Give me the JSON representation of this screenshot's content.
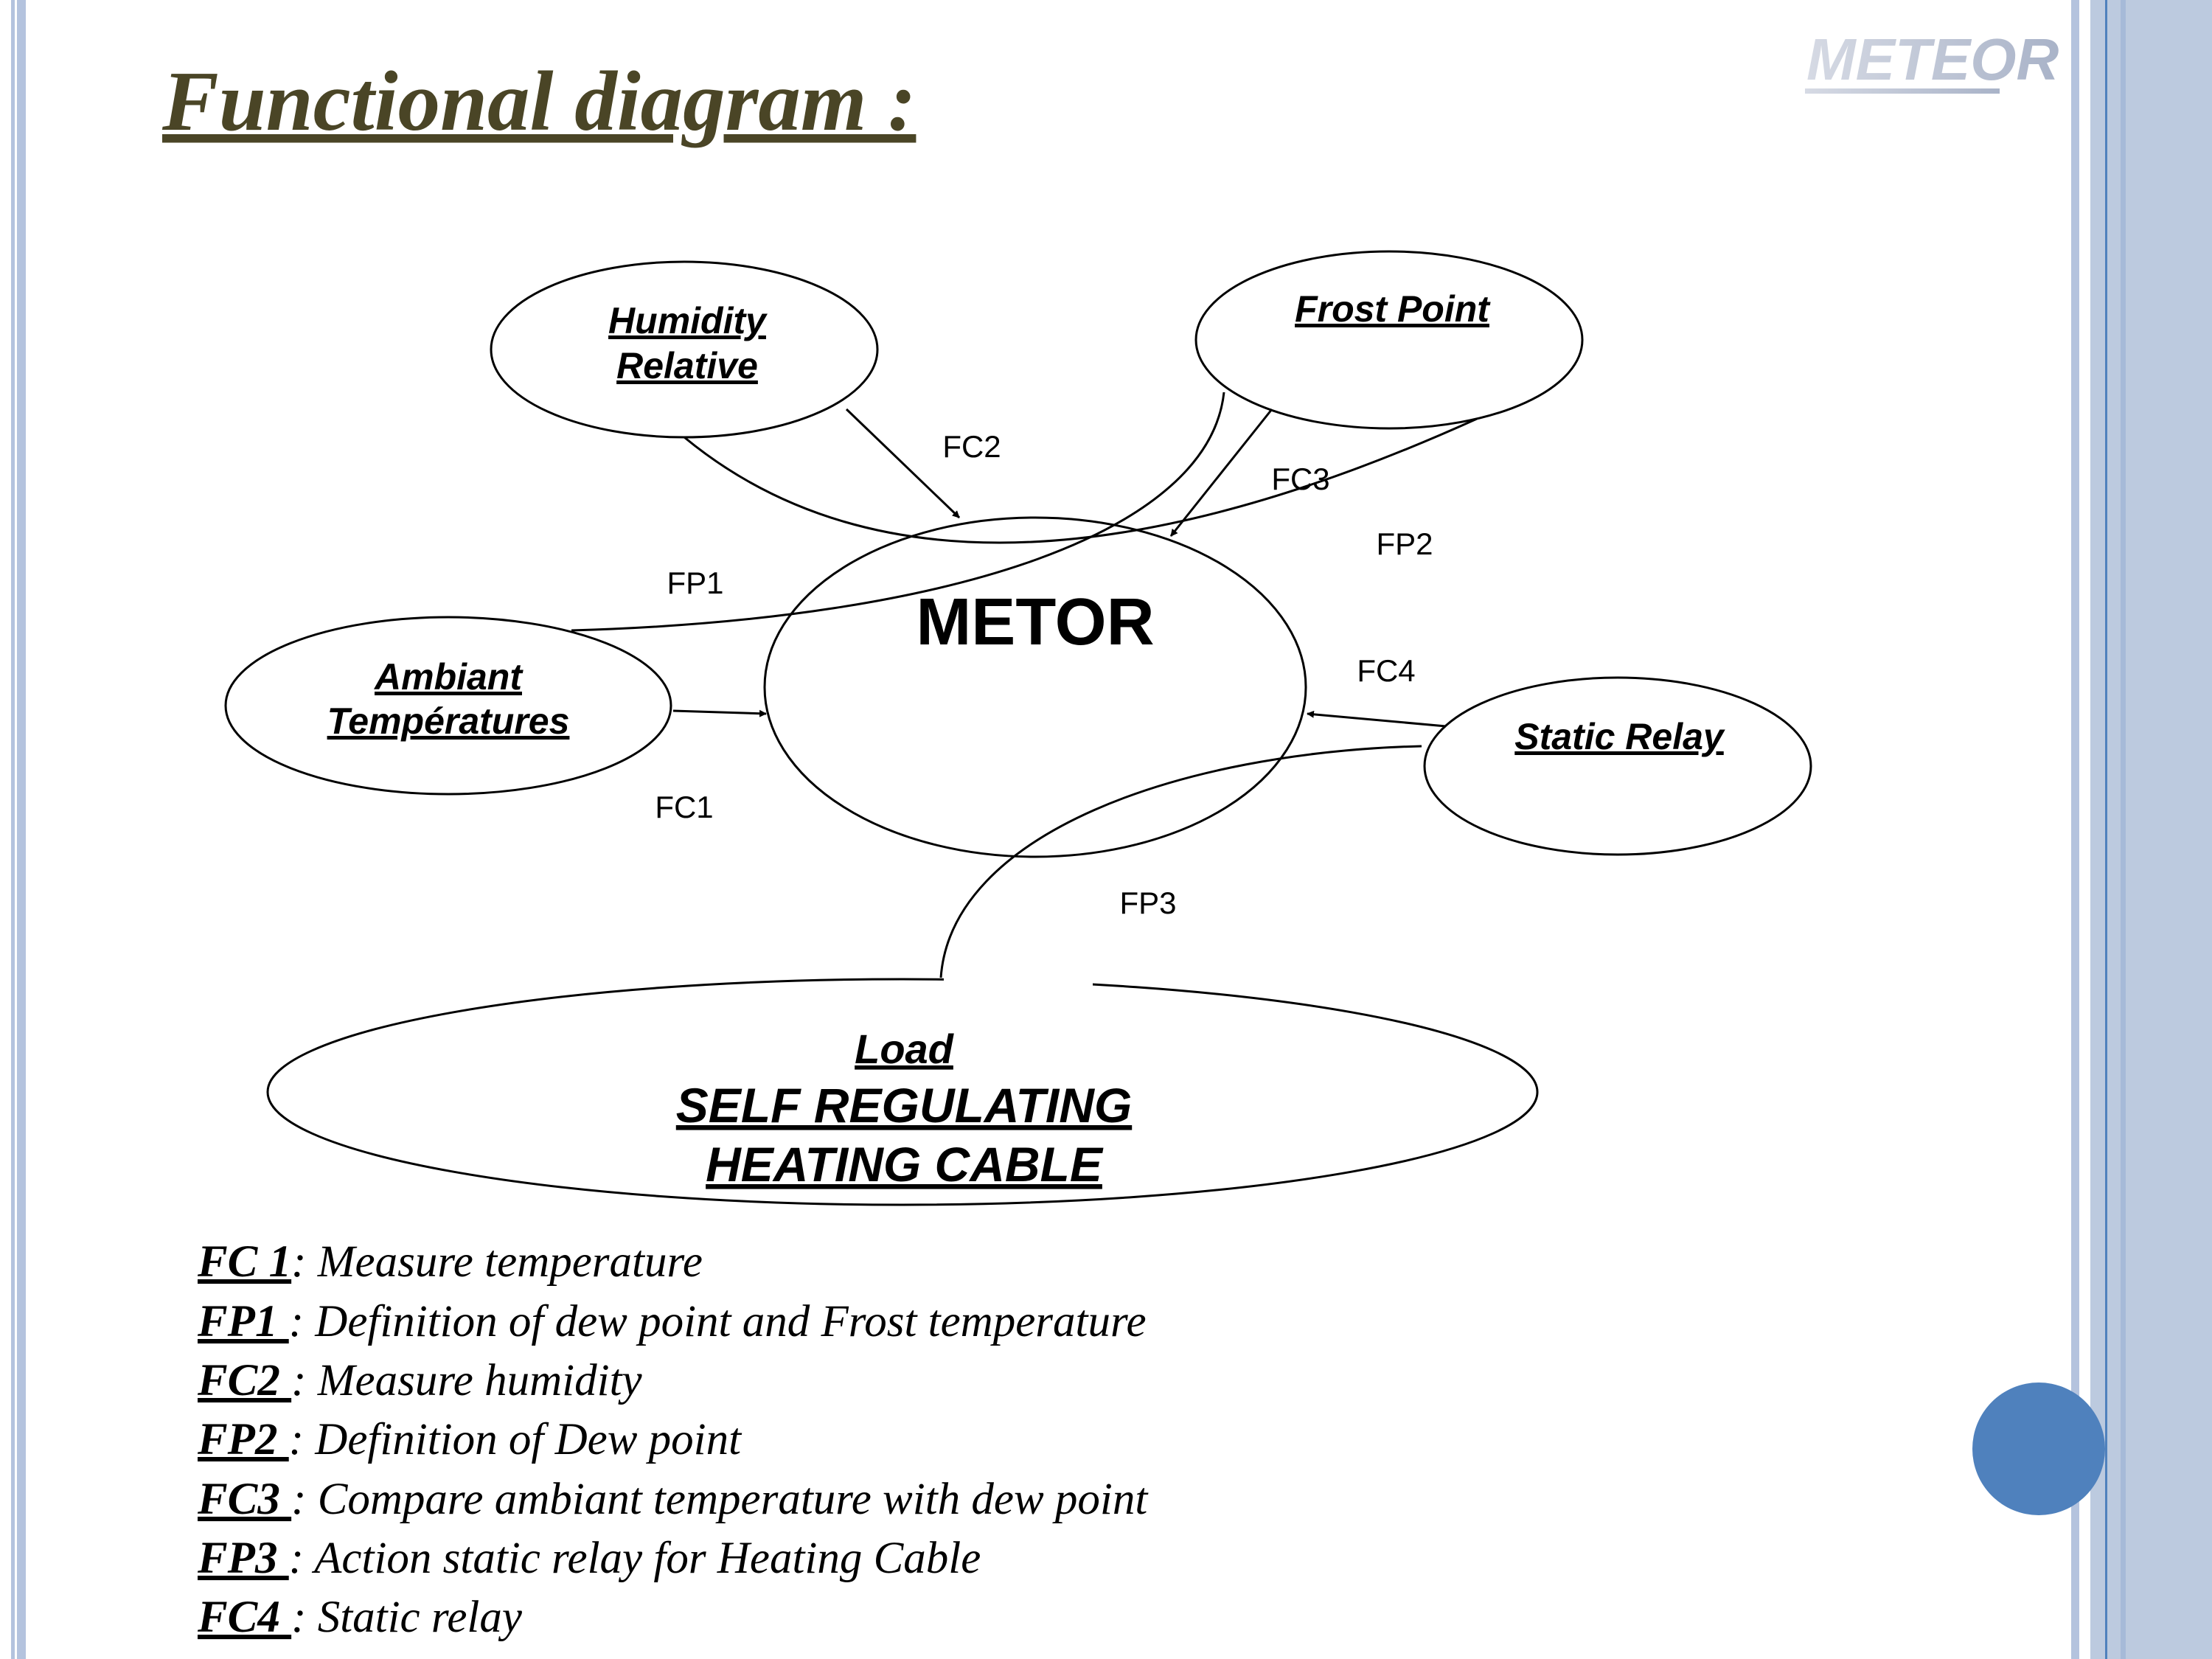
{
  "title": "Functional diagram :",
  "logo": "METEOR",
  "diagram": {
    "center": "METOR",
    "nodes": {
      "humidity": [
        "Humidity",
        "Relative"
      ],
      "frost": "Frost Point",
      "ambiant": [
        "Ambiant",
        "Températures"
      ],
      "relay": "Static Relay",
      "load": [
        "Load",
        "SELF REGULATING",
        "HEATING CABLE"
      ]
    },
    "links": {
      "fc1": "FC1",
      "fc2": "FC2",
      "fc3": "FC3",
      "fc4": "FC4",
      "fp1": "FP1",
      "fp2": "FP2",
      "fp3": "FP3"
    }
  },
  "legend": [
    {
      "code": "FC 1",
      "text": ": Measure temperature"
    },
    {
      "code": "FP1 ",
      "text": ": Definition of dew point and Frost temperature"
    },
    {
      "code": "FC2 ",
      "text": ": Measure humidity"
    },
    {
      "code": "FP2 ",
      "text": ": Definition of Dew point"
    },
    {
      "code": "FC3 ",
      "text": " : Compare ambiant temperature with dew point"
    },
    {
      "code": "FP3 ",
      "text": ": Action static relay for Heating Cable"
    },
    {
      "code": "FC4 ",
      "text": " : Static relay"
    }
  ],
  "colors": {
    "accent": "#4f81bd",
    "border": "#b4c3de",
    "title": "#4a4526"
  }
}
